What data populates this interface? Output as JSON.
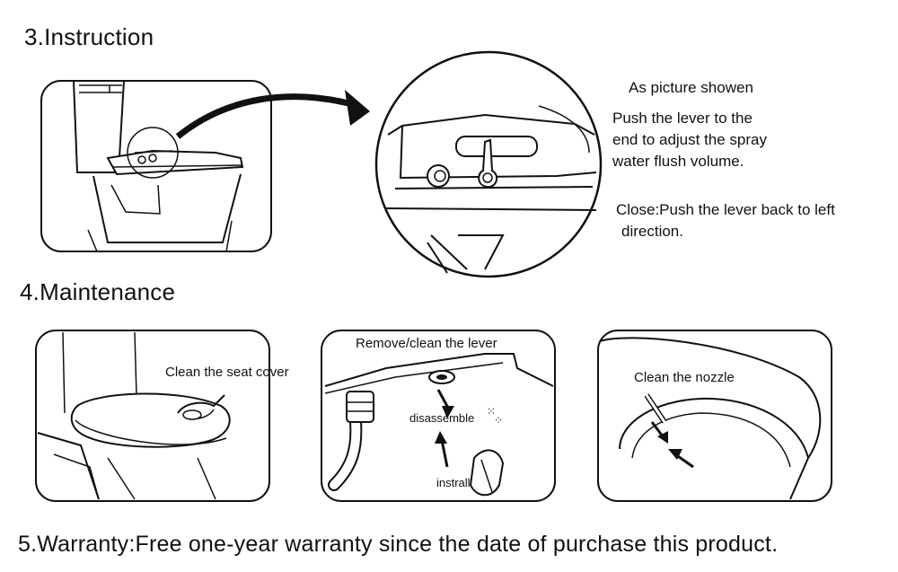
{
  "sections": {
    "instruction": {
      "title": "3.Instruction",
      "notes": {
        "as_shown": "As picture showen",
        "push_1": "Push the lever to the",
        "push_2": "end to adjust the spray",
        "push_3": "water flush volume.",
        "close_1": "Close:Push the lever back to left",
        "close_2": "direction."
      }
    },
    "maintenance": {
      "title": "4.Maintenance",
      "panel_seat": {
        "label": "Clean the seat cover"
      },
      "panel_lever": {
        "label": "Remove/clean the lever",
        "disassemble": "disassemble",
        "install": "instrall"
      },
      "panel_nozzle": {
        "label": "Clean the nozzle"
      }
    },
    "warranty": {
      "text": "5.Warranty:Free one-year warranty since the date of purchase this product."
    }
  },
  "icons": {
    "arrow": "curved-arrow-icon",
    "water": "water-drops-icon"
  }
}
